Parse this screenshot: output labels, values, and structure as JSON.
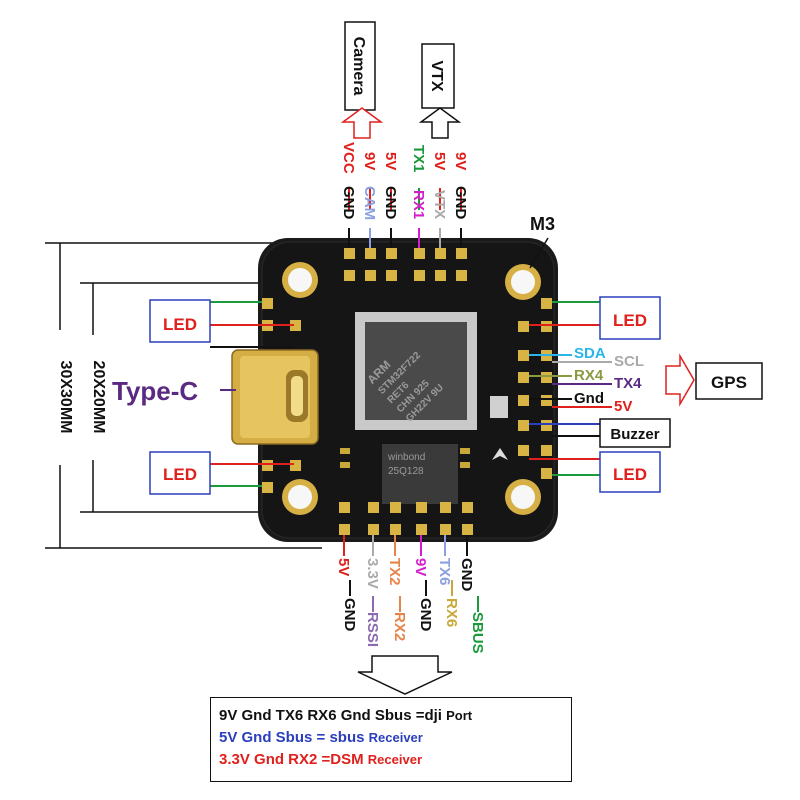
{
  "boxes": {
    "camera": "Camera",
    "vtx": "VTX",
    "gps": "GPS",
    "buzzer": "Buzzer",
    "led": "LED"
  },
  "labels": {
    "m3": "M3",
    "type_c": "Type-C",
    "dim_outer": "30X30MM",
    "dim_inner": "20X20MM"
  },
  "top_pins": {
    "row_outer": [
      "VCC",
      "9V",
      "5V",
      "TX1",
      "5V",
      "9V"
    ],
    "row_inner": [
      "GND",
      "CAM",
      "GND",
      "RX1",
      "VTX",
      "GND"
    ]
  },
  "right_pins": [
    "SDA",
    "SCL",
    "RX4",
    "TX4",
    "Gnd",
    "5V"
  ],
  "bottom_pins": {
    "row_inner": [
      "5V",
      "3.3V",
      "TX2",
      "9V",
      "TX6",
      "GND"
    ],
    "row_outer": [
      "GND",
      "RSSI",
      "RX2",
      "GND",
      "RX6",
      "SBUS"
    ]
  },
  "chip_text": {
    "mcu": [
      "ARM",
      "STM32F722",
      "RET6",
      "CHN 925",
      "GH22V 9U"
    ],
    "flash": [
      "winbond",
      "25Q128"
    ]
  },
  "info": {
    "line1": {
      "main": "9V Gnd TX6 RX6 Gnd Sbus =dji",
      "tail": "Port"
    },
    "line2": {
      "main": "5V Gnd Sbus = sbus",
      "tail": "Receiver"
    },
    "line3": {
      "main": "3.3V Gnd RX2 =DSM",
      "tail": "Receiver"
    }
  },
  "colors": {
    "red": "#e0201c",
    "green": "#1a9a3a",
    "blue": "#2b3fbd",
    "purple": "#5a2a82",
    "navy": "#1d2d8a"
  }
}
